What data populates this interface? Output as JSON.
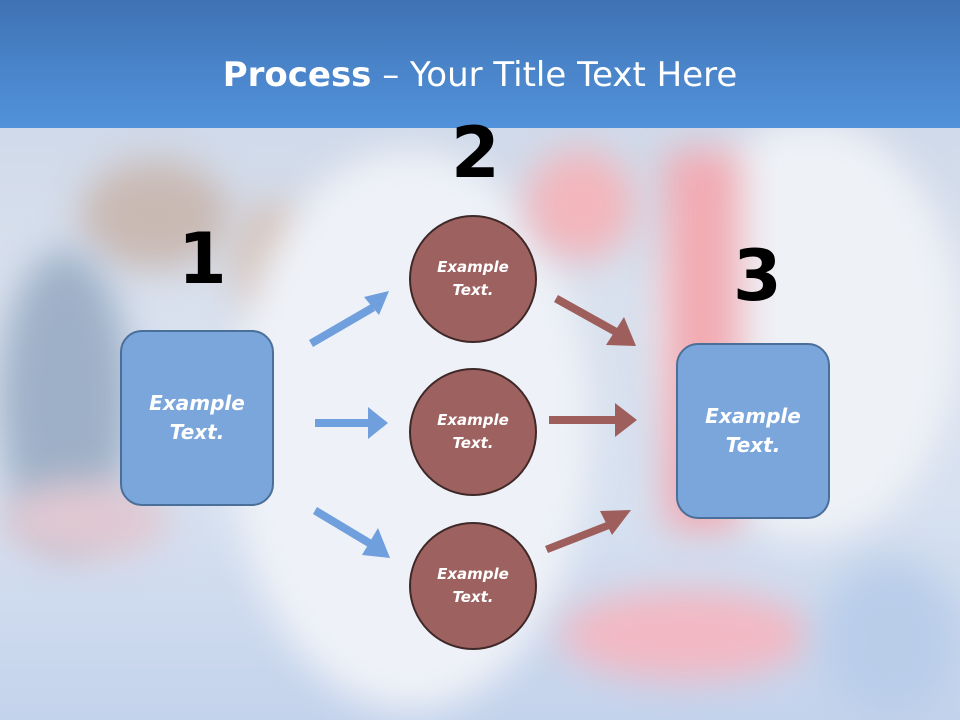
{
  "slide": {
    "title_bold": "Process",
    "title_rest": " – Your Title Text Here"
  },
  "steps": {
    "step1_number": "1",
    "step2_number": "2",
    "step3_number": "3"
  },
  "boxes": {
    "left": "Example Text.",
    "right": "Example Text."
  },
  "circles": [
    {
      "label": "Example Text."
    },
    {
      "label": "Example Text."
    },
    {
      "label": "Example Text."
    }
  ],
  "colors": {
    "header": "#4b86cc",
    "box_fill": "#7aa6dc",
    "circle_fill": "#9d6260",
    "arrow_blue": "#6f9fdc",
    "arrow_brown": "#9d5e5c"
  }
}
